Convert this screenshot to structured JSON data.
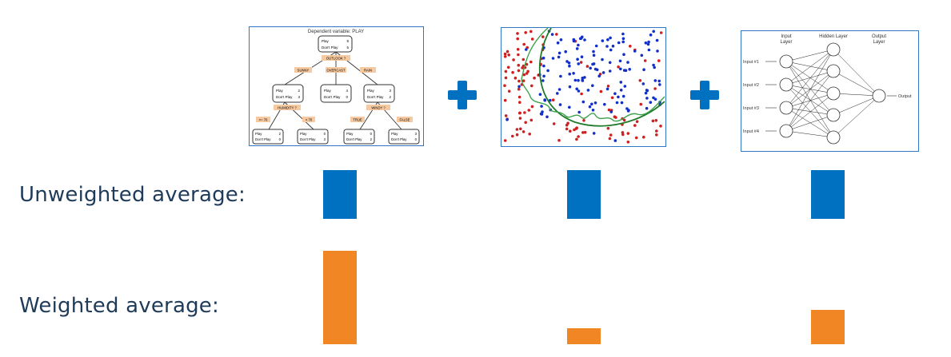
{
  "colors": {
    "blue": "#0070c0",
    "orange": "#f08624",
    "frame": "#2f77c2",
    "plus": "#0070c0"
  },
  "decision_tree": {
    "title": "Dependent variable: PLAY",
    "root": {
      "play": "Play",
      "play_n": "9",
      "dont": "Don't Play",
      "dont_n": "5"
    },
    "split_root": "OUTLOOK ?",
    "branches": [
      "SUNNY",
      "OVERCAST",
      "RAIN"
    ],
    "left": {
      "play": "Play",
      "play_n": "2",
      "dont": "Don't Play",
      "dont_n": "3"
    },
    "middle": {
      "play": "Play",
      "play_n": "4",
      "dont": "Don't Play",
      "dont_n": "0"
    },
    "right": {
      "play": "Play",
      "play_n": "3",
      "dont": "Don't Play",
      "dont_n": "2"
    },
    "split_left": "HUMIDITY ?",
    "split_right": "WINDY ?",
    "left_branches": [
      "<= 70",
      "> 70"
    ],
    "right_branches": [
      "TRUE",
      "FALSE"
    ],
    "leaves": [
      {
        "play": "Play",
        "play_n": "2",
        "dont": "Don't Play",
        "dont_n": "0"
      },
      {
        "play": "Play",
        "play_n": "0",
        "dont": "Don't Play",
        "dont_n": "3"
      },
      {
        "play": "Play",
        "play_n": "0",
        "dont": "Don't Play",
        "dont_n": "2"
      },
      {
        "play": "Play",
        "play_n": "3",
        "dont": "Don't Play",
        "dont_n": "0"
      }
    ]
  },
  "neural_net": {
    "layer_input": [
      "Input",
      "Layer"
    ],
    "layer_hidden": "Hidden Layer",
    "layer_output": [
      "Output",
      "Layer"
    ],
    "inputs": [
      "Input #1",
      "Input #2",
      "Input #3",
      "Input #4"
    ],
    "output_label": "Output"
  },
  "rows": {
    "unweighted": "Unweighted average:",
    "weighted": "Weighted average:"
  },
  "weights": {
    "unweighted": [
      0.47,
      0.47,
      0.47
    ],
    "weighted": [
      0.9,
      0.15,
      0.33
    ]
  }
}
